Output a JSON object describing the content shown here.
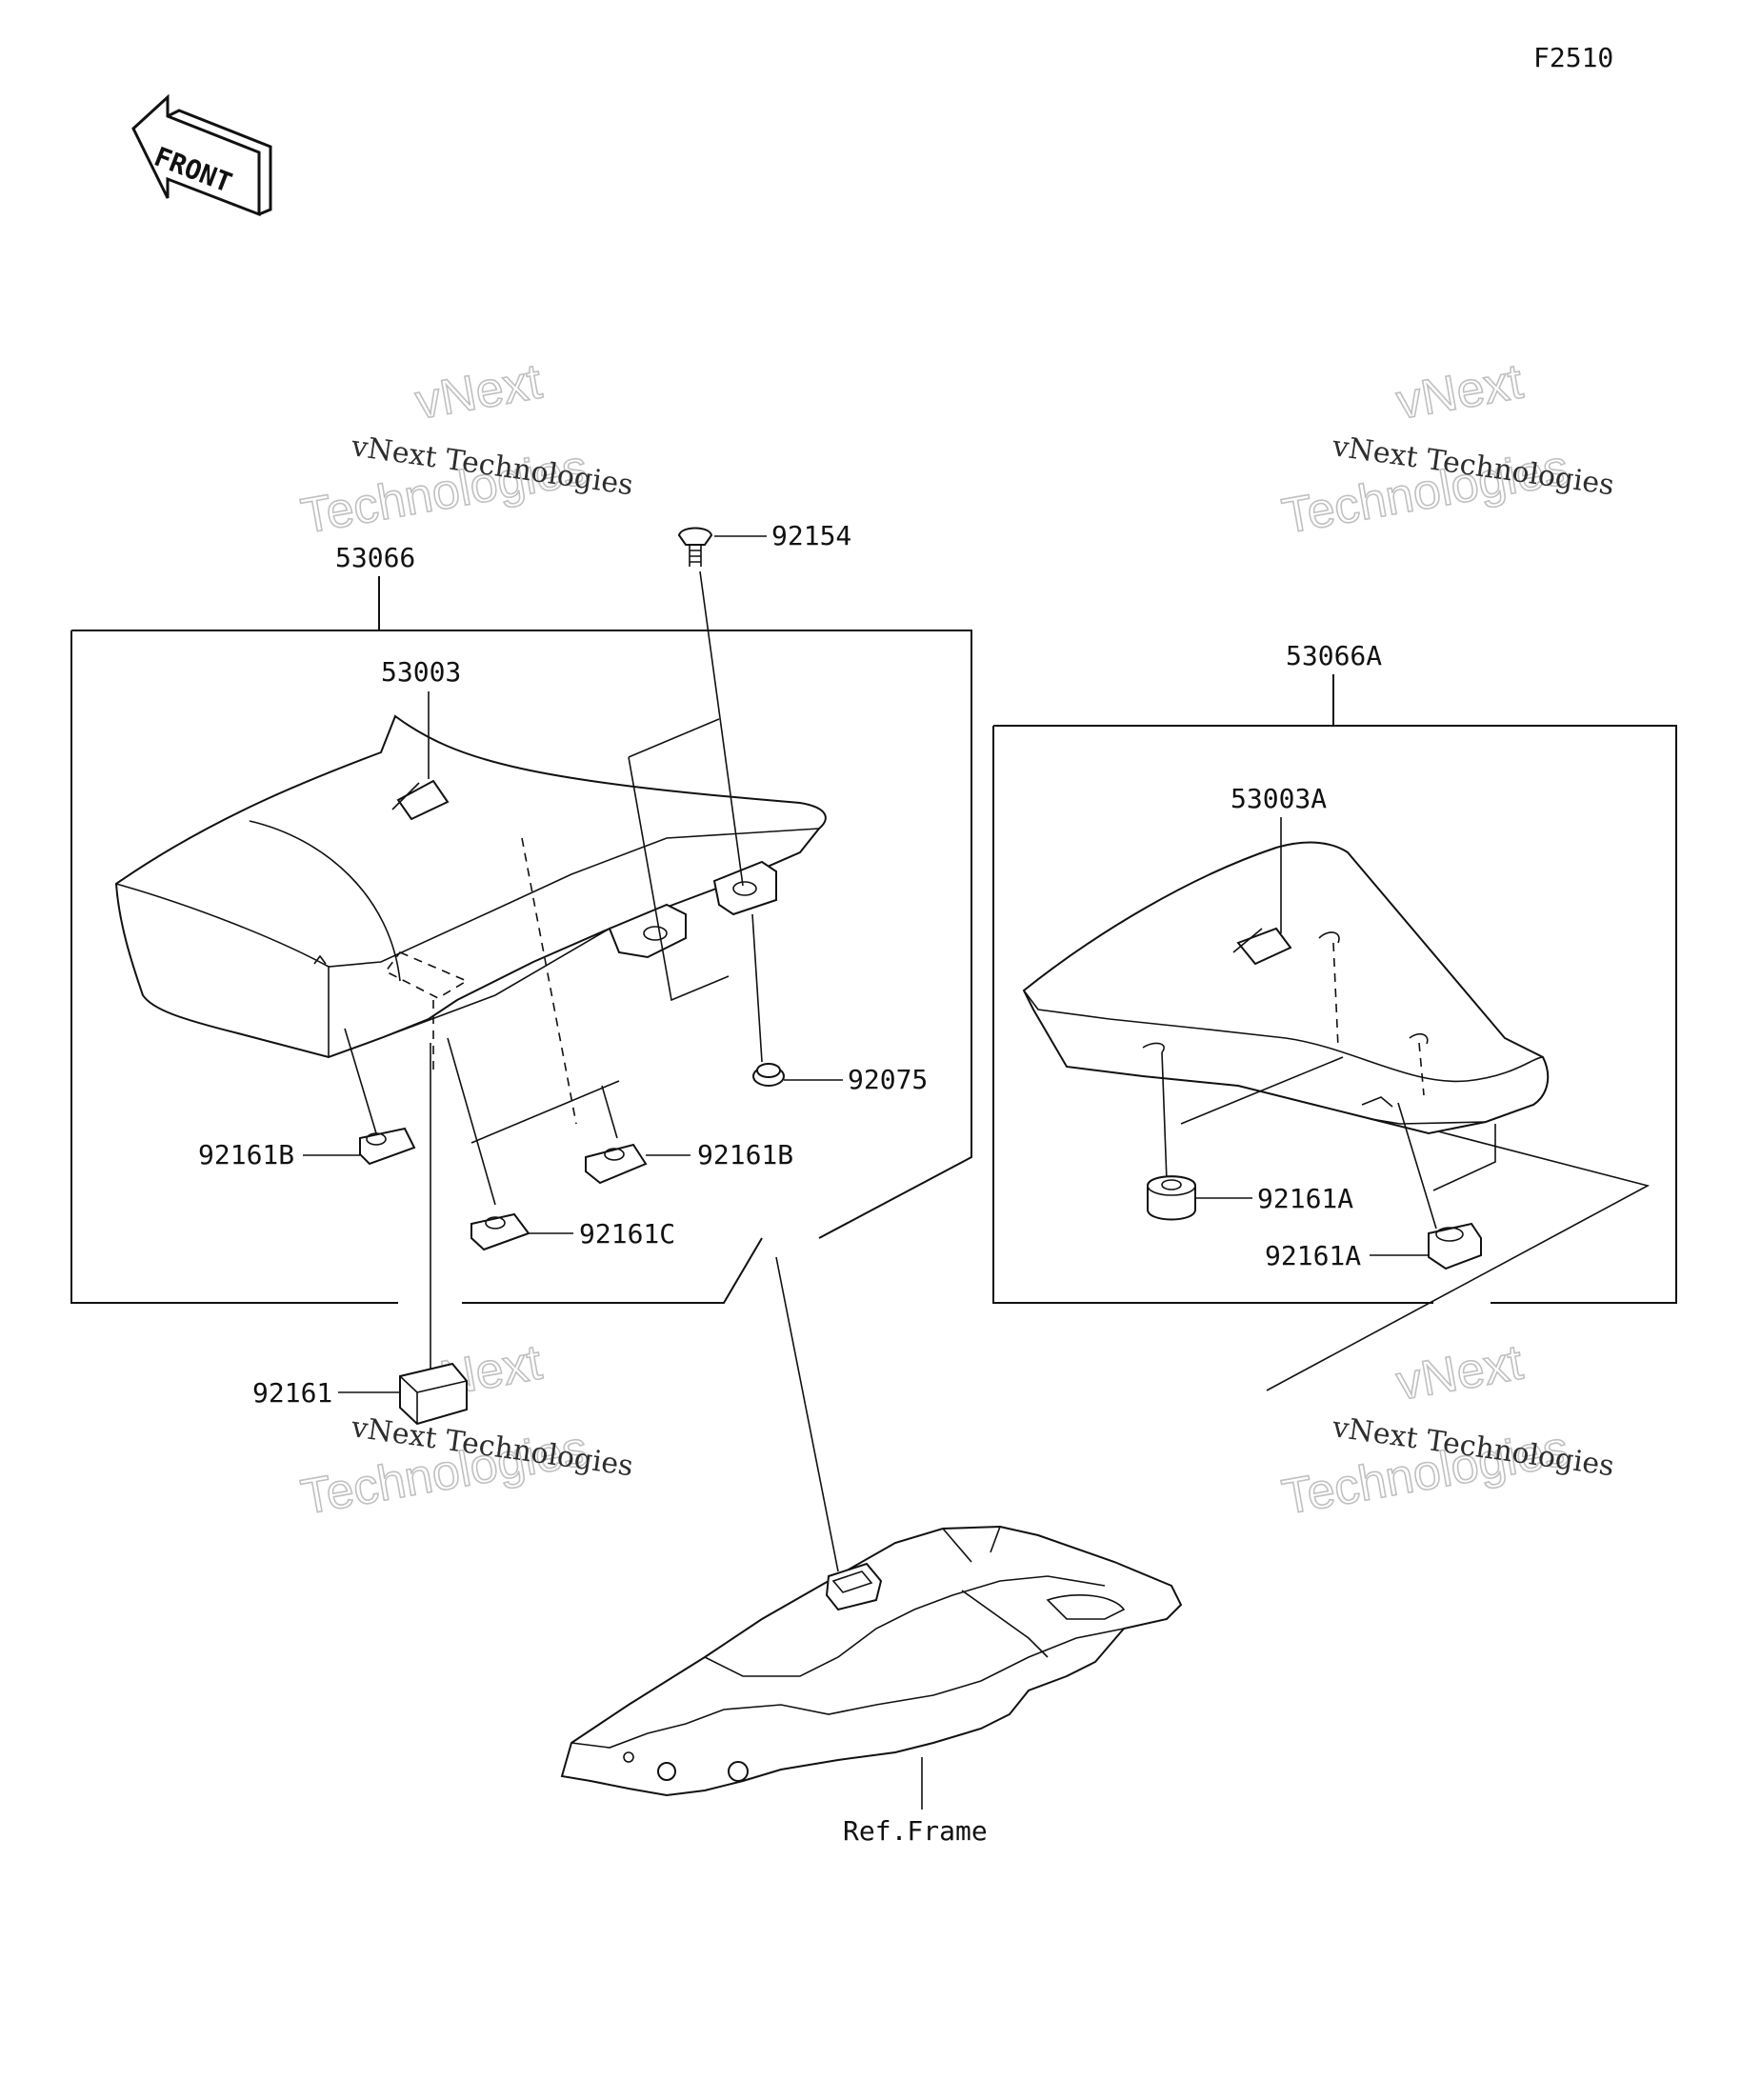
{
  "figure_code": "F2510",
  "front_arrow": {
    "label": "FRONT",
    "icon": "front-arrow-icon"
  },
  "watermark": {
    "line1": "vNext Technologies",
    "line2": "vNext",
    "line3": "Technologies"
  },
  "groups": {
    "front_seat_assy": "53066",
    "rear_seat_assy": "53066A"
  },
  "parts": {
    "front_seat_cover": "53003",
    "rear_seat_cover": "53003A",
    "bolt": "92154",
    "grommet": "92075",
    "damper_b_left": "92161B",
    "damper_b_right": "92161B",
    "damper_c": "92161C",
    "damper_plain": "92161",
    "damper_a_upper": "92161A",
    "damper_a_lower": "92161A"
  },
  "reference": {
    "frame": "Ref.Frame"
  }
}
